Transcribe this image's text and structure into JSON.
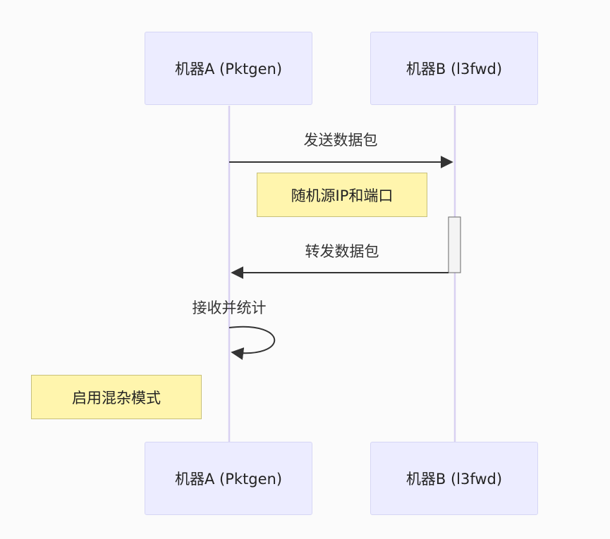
{
  "participants": {
    "a": "机器A (Pktgen)",
    "b": "机器B (l3fwd)"
  },
  "messages": {
    "send": "发送数据包",
    "forward": "转发数据包",
    "self": "接收并统计"
  },
  "notes": {
    "random": "随机源IP和端口",
    "promisc": "启用混杂模式"
  },
  "colors": {
    "actor_fill": "#ececff",
    "actor_border": "#d6d6f5",
    "note_fill": "#fff5ad",
    "note_border": "#c8c07a",
    "lifeline": "#d9d1f2",
    "arrow": "#333333"
  }
}
